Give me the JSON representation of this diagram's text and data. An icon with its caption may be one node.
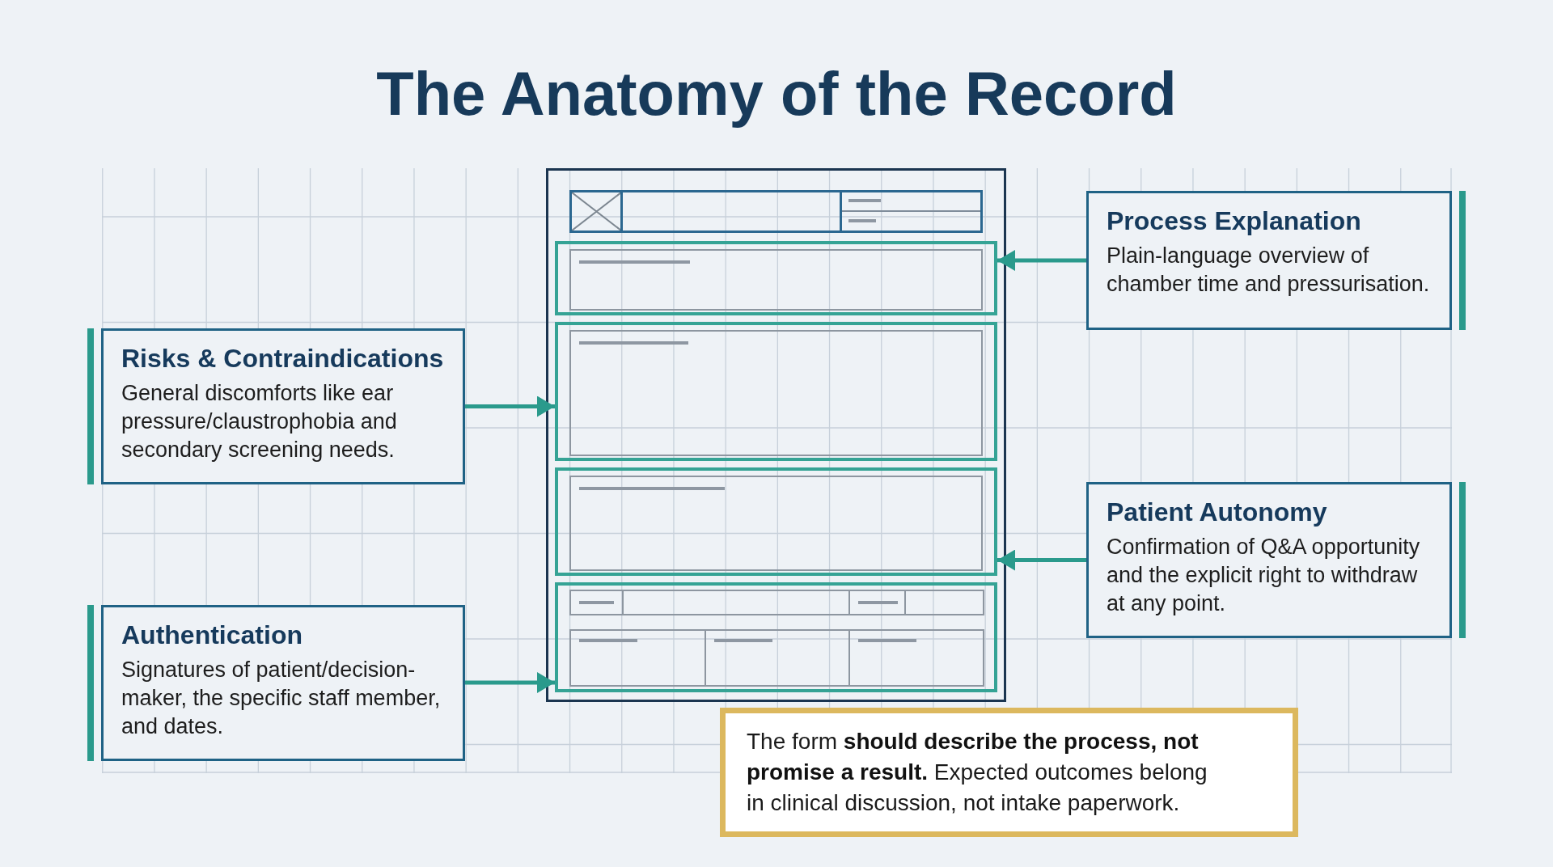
{
  "diagram": {
    "title": "The Anatomy of the Record",
    "nodes": [
      {
        "text": [],
        "shape": "box"
      },
      {
        "text": [],
        "shape": "box",
        "in": 0
      },
      {
        "text": [],
        "shape": "box",
        "in": 0
      },
      {
        "text": [],
        "shape": "box",
        "in": 0
      },
      {
        "text": [],
        "shape": "box",
        "in": 0
      },
      {
        "text": [
          "Process Explanation",
          "Plain-language overview of chamber time and pressurisation."
        ]
      },
      {
        "text": [
          "Risks & Contraindications",
          "General discomforts like ear pressure/claustrophobia and secondary screening needs."
        ]
      },
      {
        "text": [
          "Patient Autonomy",
          "Confirmation of Q&A opportunity and the explicit right to withdraw at any point."
        ]
      },
      {
        "text": [
          "Authentication",
          "Signatures of patient/decision-maker, the specific staff member, and dates."
        ]
      },
      {
        "text": [
          "The form **should describe the process, not promise a result.** Expected outcomes belong in clinical discussion, not intake paperwork."
        ]
      }
    ],
    "edges": [
      {
        "from": 5,
        "to": 1,
        "arrow": "to"
      },
      {
        "from": 6,
        "to": 2,
        "arrow": "to"
      },
      {
        "from": 7,
        "to": 3,
        "arrow": "to"
      },
      {
        "from": 8,
        "to": 4,
        "arrow": "to"
      }
    ]
  }
}
